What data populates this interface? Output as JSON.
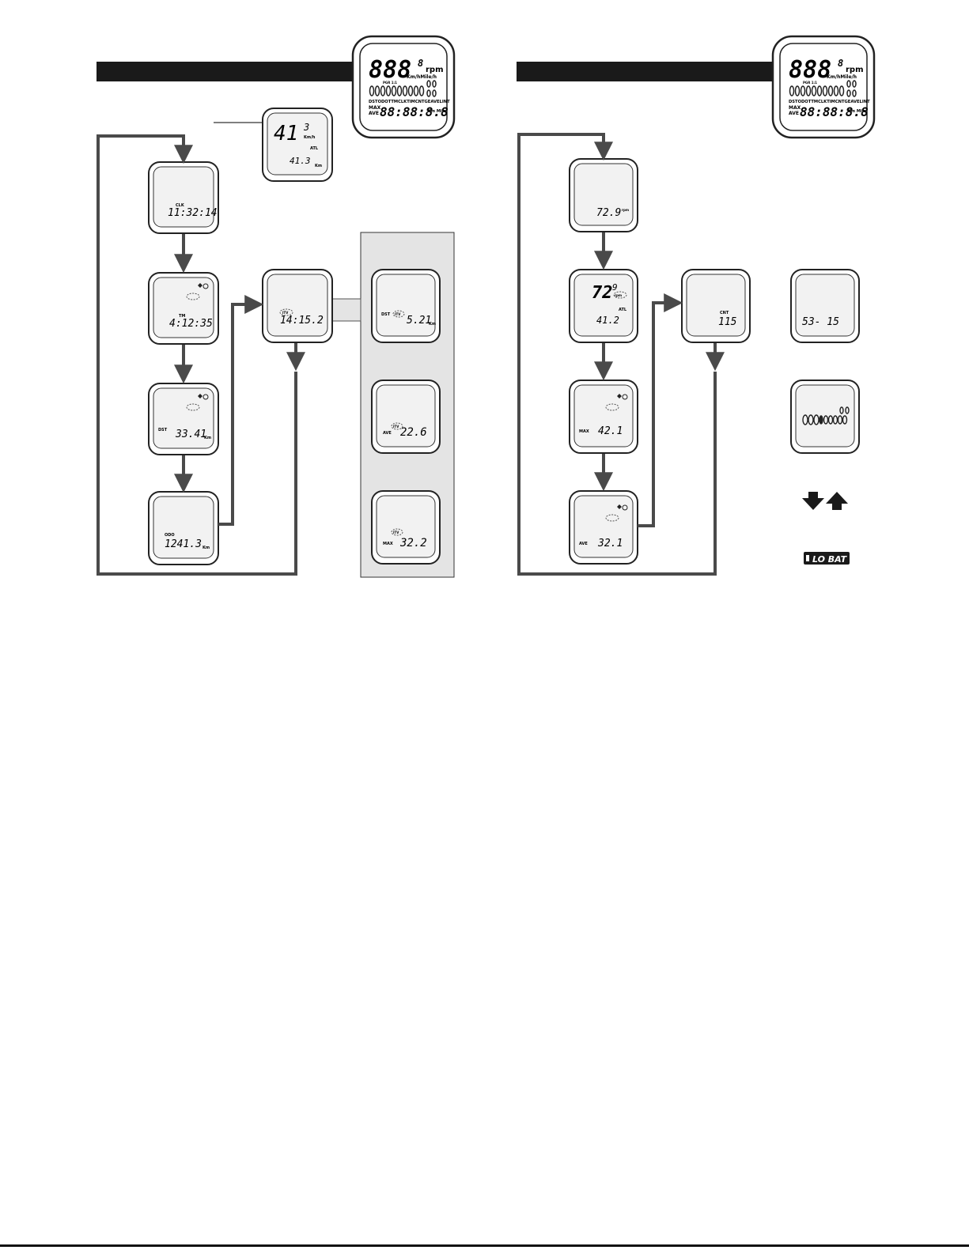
{
  "colors": {
    "bar": "#1a1a1a",
    "arrow": "#4a4a4a",
    "lcd_face": "#f2f2f2",
    "panel_bg": "#e4e4e4"
  },
  "full_lcd": {
    "big_digits": "888",
    "small_digit": "8",
    "rpm_label": "rpm",
    "units": "Km/hMile/h",
    "func_row": "DSTODOTTMCLKTIMCNTGEAVELINT",
    "max_label": "MAX",
    "ave_label": "AVE",
    "bottom_digits": "88:88:8.8",
    "right_small": "Km Mile",
    "pg_label": "PGR 1:1"
  },
  "callout_lcd": {
    "big": "41",
    "sup": "3",
    "unit": "Km/h",
    "small_label": "ATL",
    "bottom": "41.3",
    "bottom_unit": "Km"
  },
  "left": {
    "screens": [
      {
        "label": "CLK",
        "value": "11:32:14",
        "unit": ""
      },
      {
        "label": "TM",
        "value": "4:12:35",
        "unit": ""
      },
      {
        "label": "DST",
        "value": "33.41",
        "unit": "Km"
      },
      {
        "label": "ODO",
        "value": "1241.3",
        "unit": "Km"
      },
      {
        "label": "ITV",
        "value": "14:15.2",
        "unit": ""
      }
    ],
    "panel": [
      {
        "label": "DST",
        "icon": "ITV",
        "value": "5.21",
        "unit": "Km"
      },
      {
        "label": "AVE",
        "icon": "ITV",
        "value": "22.6",
        "unit": ""
      },
      {
        "label": "MAX",
        "icon": "ITV",
        "value": "32.2",
        "unit": ""
      }
    ]
  },
  "right": {
    "screens": [
      {
        "label": "rpm",
        "value": "72.9",
        "unit": ""
      },
      {
        "label": "ATL",
        "value": "41.2",
        "big": "72",
        "sup": "9",
        "unit": "rpm"
      },
      {
        "label": "MAX",
        "value": "42.1",
        "unit": ""
      },
      {
        "label": "AVE",
        "value": "32.1",
        "unit": ""
      },
      {
        "label": "CNT",
        "value": "115",
        "unit": ""
      }
    ],
    "gear_screen": "53-  15",
    "lo_bat": "LO BAT"
  }
}
